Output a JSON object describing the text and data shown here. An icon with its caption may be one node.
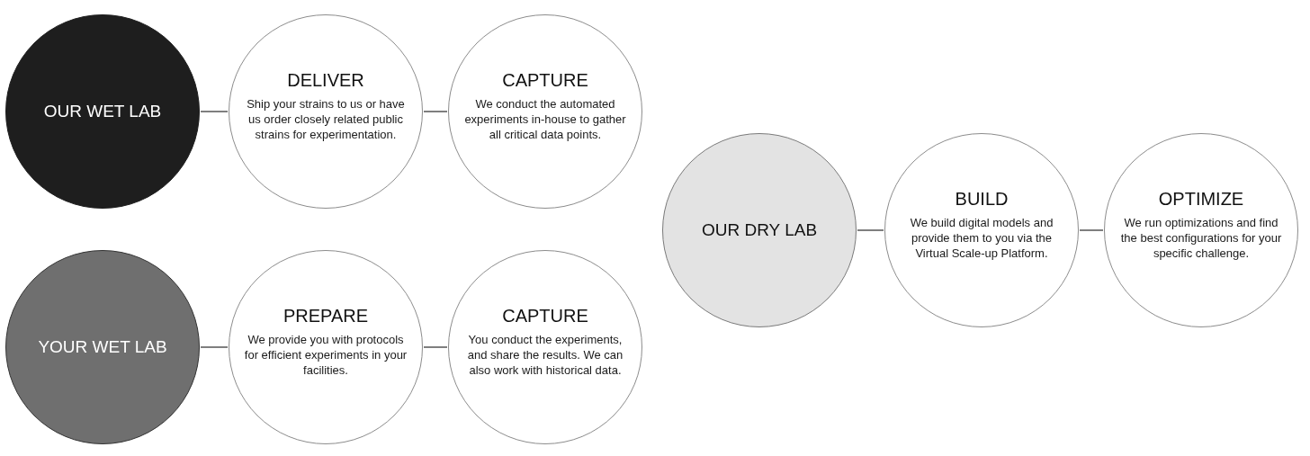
{
  "diagram": {
    "nodes": [
      {
        "text": [
          "OUR WET LAB"
        ]
      },
      {
        "text": [
          "DELIVER",
          "Ship your strains to us or have us order closely related public strains for experimentation."
        ]
      },
      {
        "text": [
          "CAPTURE",
          "We conduct the automated experiments in-house to gather all critical data points."
        ]
      },
      {
        "text": [
          "YOUR WET LAB"
        ]
      },
      {
        "text": [
          "PREPARE",
          "We provide you with protocols for efficient experiments in your facilities."
        ]
      },
      {
        "text": [
          "CAPTURE",
          "You conduct the experiments, and share the results. We can also work with historical data."
        ]
      },
      {
        "text": [
          "OUR DRY LAB"
        ]
      },
      {
        "text": [
          "BUILD",
          "We build digital models and provide them to you via the Virtual Scale-up Platform."
        ]
      },
      {
        "text": [
          "OPTIMIZE",
          "We run optimizations and find the best configurations for your specific challenge."
        ]
      }
    ],
    "edges": [
      {
        "from": 0,
        "to": 1,
        "arrow": "none"
      },
      {
        "from": 1,
        "to": 2,
        "arrow": "none"
      },
      {
        "from": 3,
        "to": 4,
        "arrow": "none"
      },
      {
        "from": 4,
        "to": 5,
        "arrow": "none"
      },
      {
        "from": 6,
        "to": 7,
        "arrow": "none"
      },
      {
        "from": 7,
        "to": 8,
        "arrow": "none"
      }
    ]
  }
}
